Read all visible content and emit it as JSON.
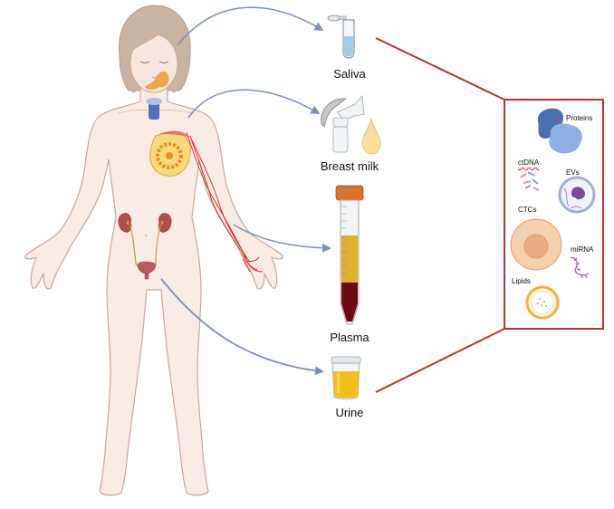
{
  "figure": {
    "subject": "human body (female) with biofluid sampling sites",
    "samples": [
      {
        "id": "saliva",
        "label": "Saliva",
        "icon": "microcentrifuge-tube-icon"
      },
      {
        "id": "breast_milk",
        "label": "Breast milk",
        "icon": "breast-pump-icon"
      },
      {
        "id": "plasma",
        "label": "Plasma",
        "icon": "blood-collection-tube-icon"
      },
      {
        "id": "urine",
        "label": "Urine",
        "icon": "urine-cup-icon"
      }
    ],
    "biomarkers": {
      "title": "",
      "items": [
        {
          "label": "Proteins",
          "icon": "protein-icon"
        },
        {
          "label": "ctDNA",
          "icon": "dna-fragments-icon"
        },
        {
          "label": "EVs",
          "icon": "extracellular-vesicle-icon"
        },
        {
          "label": "CTCs",
          "icon": "tumor-cell-icon"
        },
        {
          "label": "miRNA",
          "icon": "mirna-icon"
        },
        {
          "label": "Lipids",
          "icon": "lipid-particle-icon"
        }
      ]
    },
    "colors": {
      "arrow": "#7b8fc0",
      "box_border": "#c0312d",
      "skin": "#f8ebe4",
      "skin_outline": "#c9a89a",
      "hair": "#c9b3a3",
      "vessel": "#d9262c",
      "plasma": "#e0b12a",
      "blood": "#6b0a14",
      "cap": "#d9722a",
      "urine": "#f3be1b"
    }
  }
}
